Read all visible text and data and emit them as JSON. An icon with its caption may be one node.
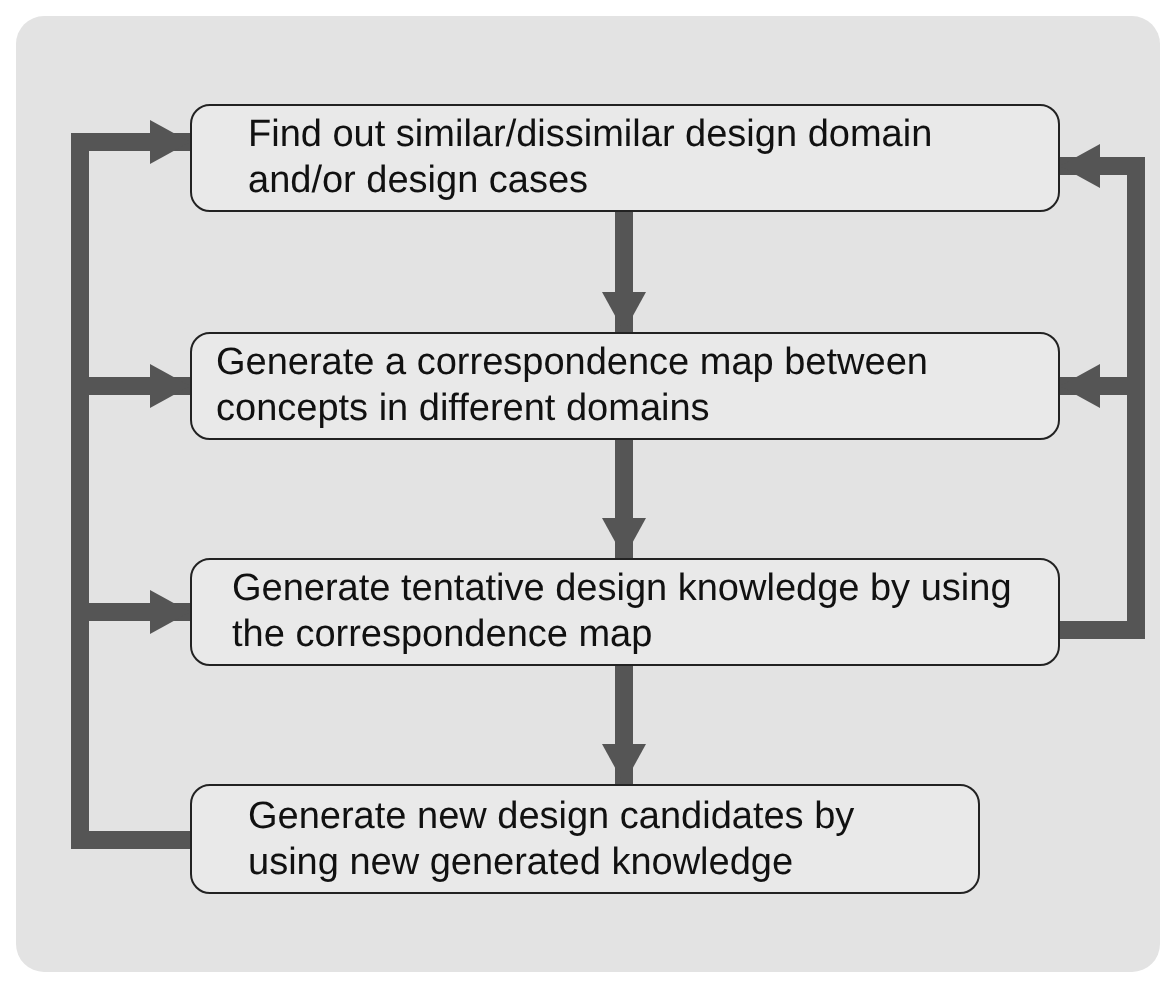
{
  "diagram": {
    "nodes": [
      {
        "text": [
          "Find out similar/dissimilar design domain and/or design cases"
        ]
      },
      {
        "text": [
          "Generate a correspondence map between concepts in different domains"
        ]
      },
      {
        "text": [
          "Generate tentative design knowledge by using the correspondence map"
        ]
      },
      {
        "text": [
          "Generate new design candidates by using new generated knowledge"
        ]
      }
    ],
    "edges": [
      {
        "from": 0,
        "to": 1,
        "arrow": "to"
      },
      {
        "from": 1,
        "to": 2,
        "arrow": "to"
      },
      {
        "from": 2,
        "to": 3,
        "arrow": "to"
      },
      {
        "from": 3,
        "to": 0,
        "arrow": "to"
      },
      {
        "from": 3,
        "to": 1,
        "arrow": "to"
      },
      {
        "from": 3,
        "to": 2,
        "arrow": "to"
      },
      {
        "from": 2,
        "to": 0,
        "arrow": "to"
      },
      {
        "from": 2,
        "to": 1,
        "arrow": "to"
      }
    ]
  }
}
